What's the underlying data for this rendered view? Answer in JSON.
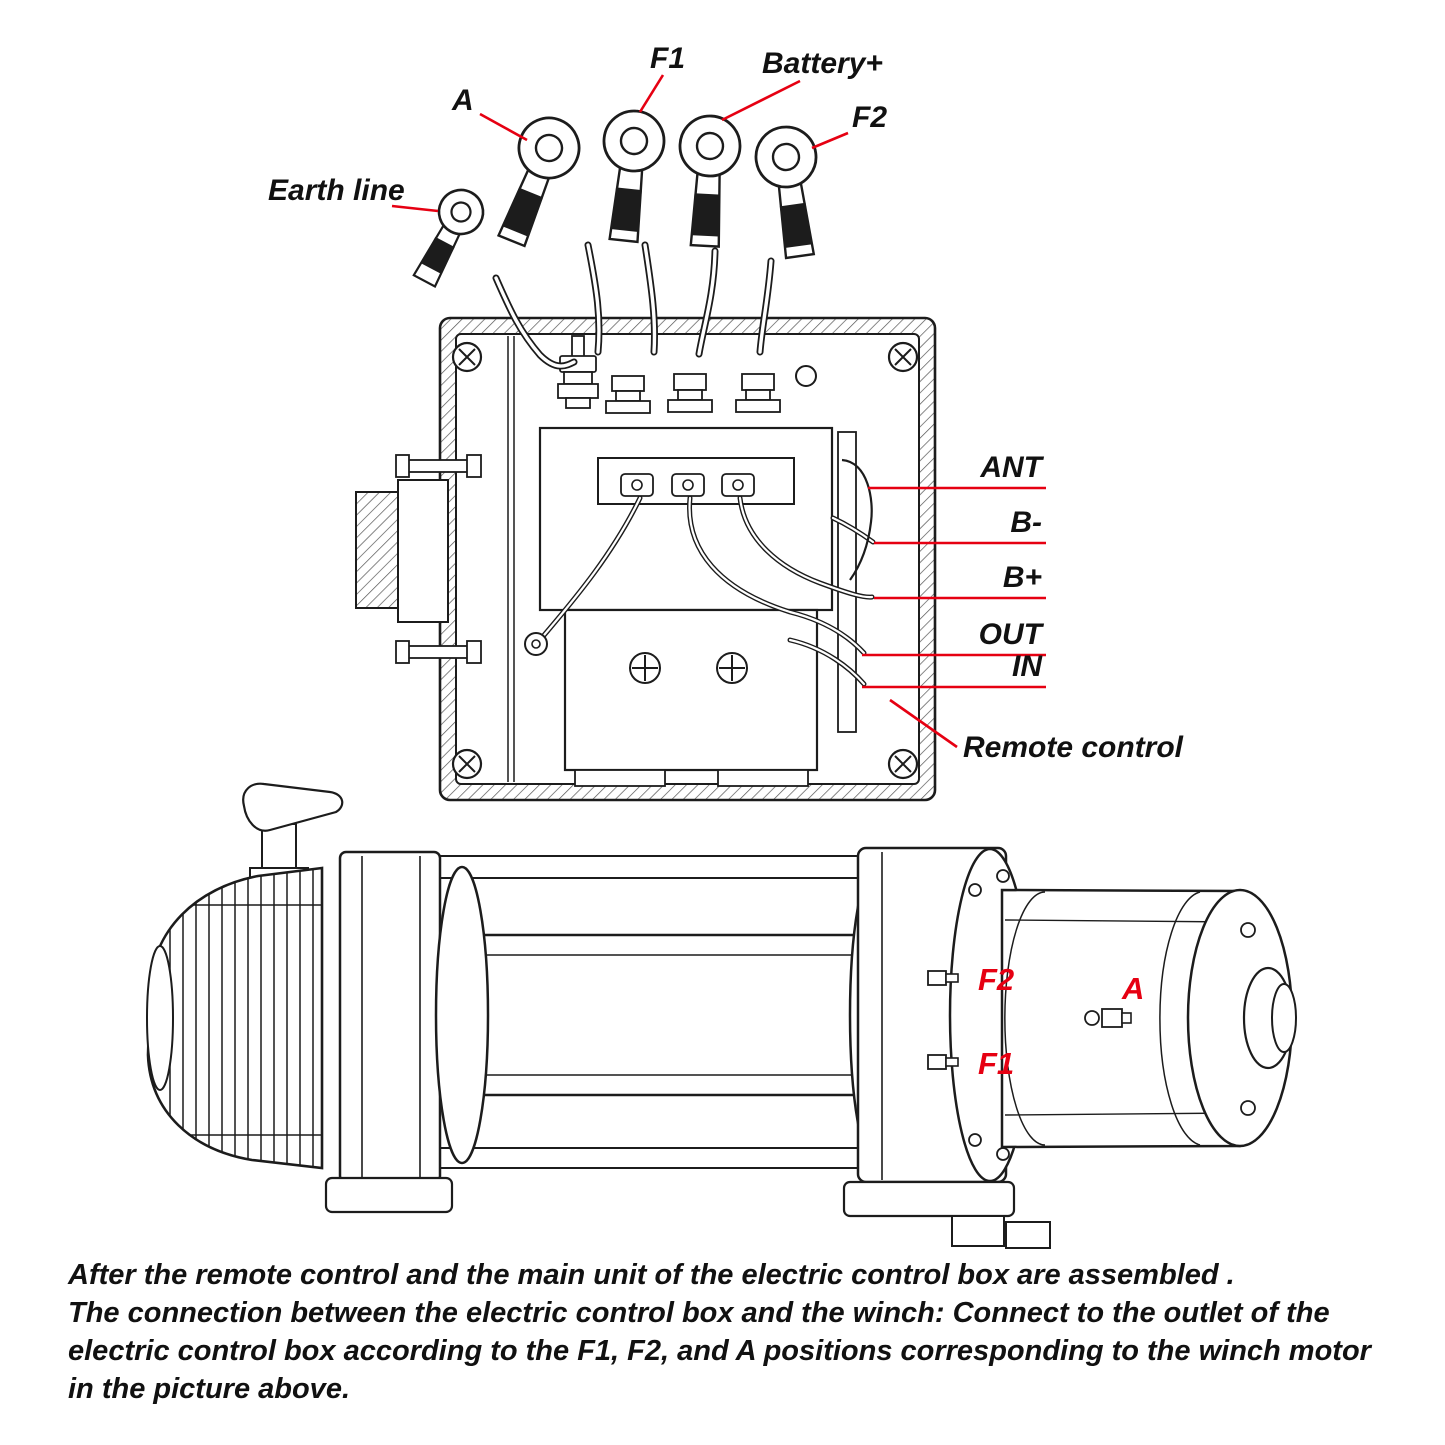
{
  "diagram": {
    "top_labels": {
      "a": "A",
      "f1": "F1",
      "battery": "Battery+",
      "f2": "F2",
      "earth": "Earth line"
    },
    "side_labels": {
      "ant": "ANT",
      "b_minus": "B-",
      "b_plus": "B+",
      "out": "OUT",
      "in": "IN",
      "remote": "Remote control"
    },
    "motor_labels": {
      "f2": "F2",
      "a": "A",
      "f1": "F1"
    },
    "colors": {
      "accent_red": "#e60012",
      "line": "#1c1c1c"
    }
  },
  "caption": {
    "line1": "After the remote control and the main unit of the electric control box are assembled .",
    "line2": "The connection between the electric control box and the winch: Connect to the outlet of the",
    "line3": "electric control box according to the F1, F2, and A positions corresponding to the winch motor",
    "line4": "in the picture above."
  }
}
